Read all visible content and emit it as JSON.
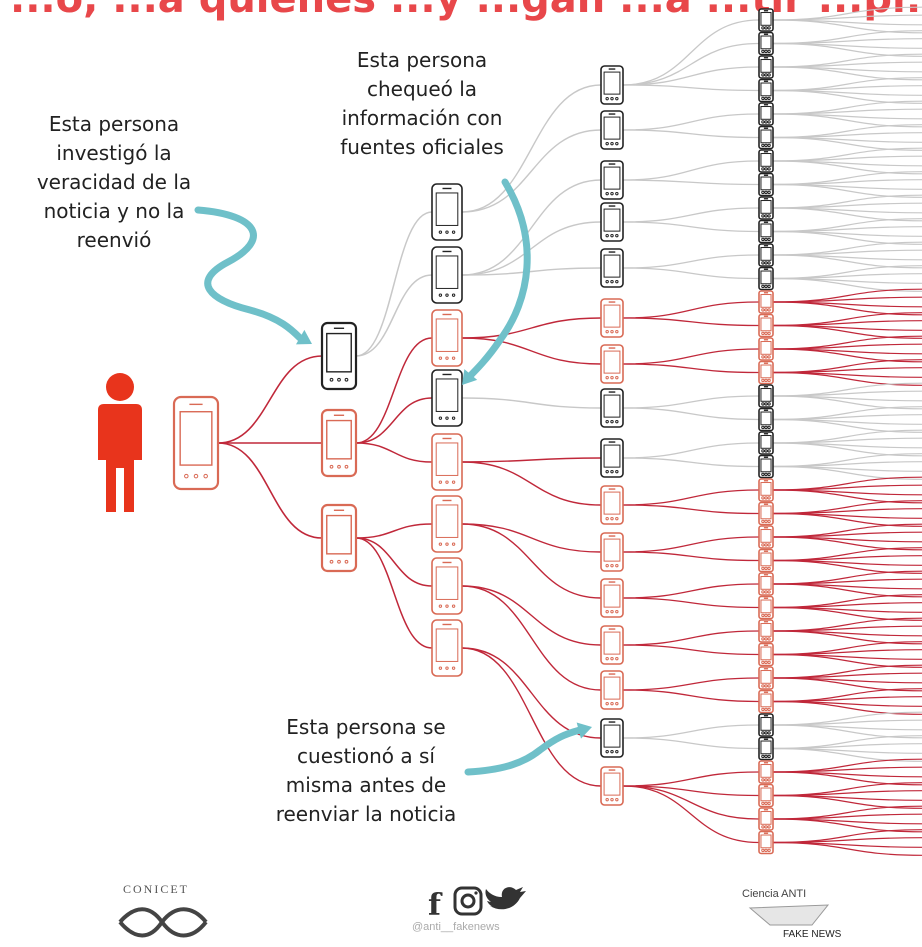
{
  "header": {
    "title_fragment": "...o, ...a quienes ...y ...gan ...a ...tir ...pr..."
  },
  "annotations": {
    "investigated": "Esta persona\ninvestigó la\nveracidad de la\nnoticia y no la\nreenvió",
    "checked": "Esta persona\nchequeó la\ninformación con\nfuentes oficiales",
    "questioned": "Esta persona se\ncuestionó a sí\nmisma antes de\nreenviar la noticia"
  },
  "footer": {
    "conicet": "CONICET",
    "social_handle": "@anti__fakenews",
    "ciencia_anti": "Ciencia ANTI",
    "fake_news": "FAKE NEWS"
  },
  "colors": {
    "title": "#e8474a",
    "red_line": "#c0283a",
    "gray_line": "#c8c8c8",
    "person": "#e8341c",
    "phone_red": "#d96a55",
    "phone_dark": "#222222",
    "arrow": "#6fc0c9"
  },
  "icons": [
    "person-icon",
    "phone-icon",
    "facebook-icon",
    "instagram-icon",
    "twitter-icon",
    "conicet-logo"
  ]
}
